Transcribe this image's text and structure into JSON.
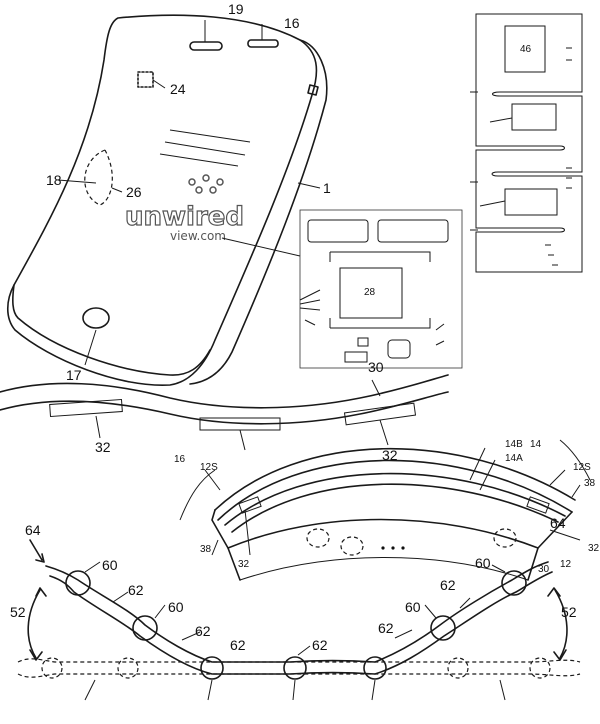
{
  "labels": {
    "l19": "19",
    "l16": "16",
    "l24": "24",
    "l18": "18",
    "l26": "26",
    "l1": "1",
    "l17": "17",
    "l30a": "30",
    "l32a": "32",
    "l32b": "32",
    "l46": "46",
    "l28": "28",
    "l16b": "16",
    "l12S": "12S",
    "l14B": "14B",
    "l14": "14",
    "l14A": "14A",
    "l12Sb": "12S",
    "l38a": "38",
    "l38b": "38",
    "l32c": "32",
    "l64a": "64",
    "l32d": "32",
    "l12": "12",
    "l30b": "30",
    "l60a": "60",
    "l60b": "60",
    "l60c": "60",
    "l60d": "60",
    "l62a": "62",
    "l62b": "62",
    "l62c": "62",
    "l62d": "62",
    "l62e": "62",
    "l62f": "62",
    "l52a": "52",
    "l52b": "52",
    "l64b": "64"
  },
  "watermark": {
    "line1": "unwired",
    "line2": "view.com"
  }
}
